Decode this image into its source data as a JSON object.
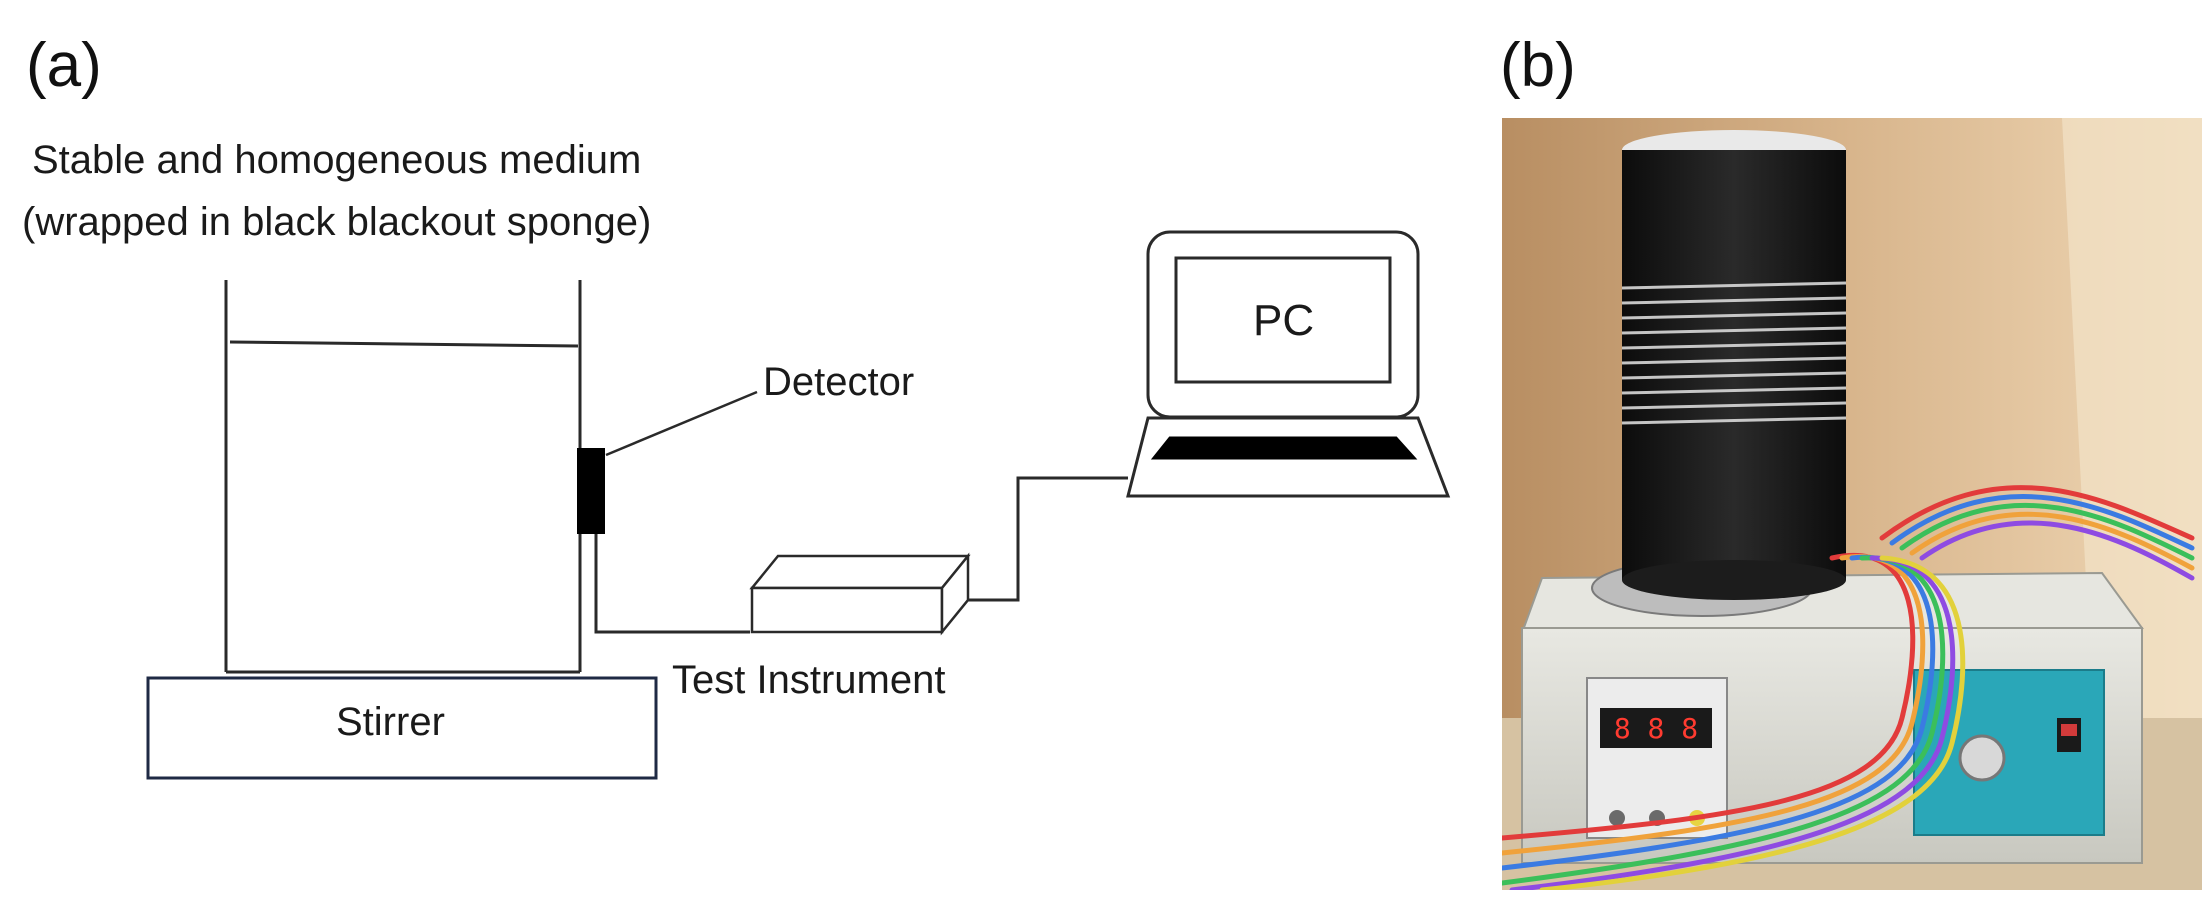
{
  "panels": {
    "a_label": "(a)",
    "b_label": "(b)"
  },
  "diagram": {
    "medium_label_line1": "Stable and homogeneous medium",
    "medium_label_line2": "(wrapped in black blackout sponge)",
    "detector_label": "Detector",
    "test_instrument_label": "Test Instrument",
    "stirrer_label": "Stirrer",
    "pc_label": "PC",
    "line_color": "#2a2a2a",
    "stirrer_border_color": "#1f2a44",
    "detector_color": "#000000"
  },
  "photo": {
    "description_icon": "lab-setup-photo",
    "controller_display": "8 8 8",
    "accent_colors": {
      "sponge": "#151515",
      "panel": "#2aa7b8",
      "cabinet": "#c9a87f",
      "stirrer_body": "#dcdcd6"
    }
  }
}
